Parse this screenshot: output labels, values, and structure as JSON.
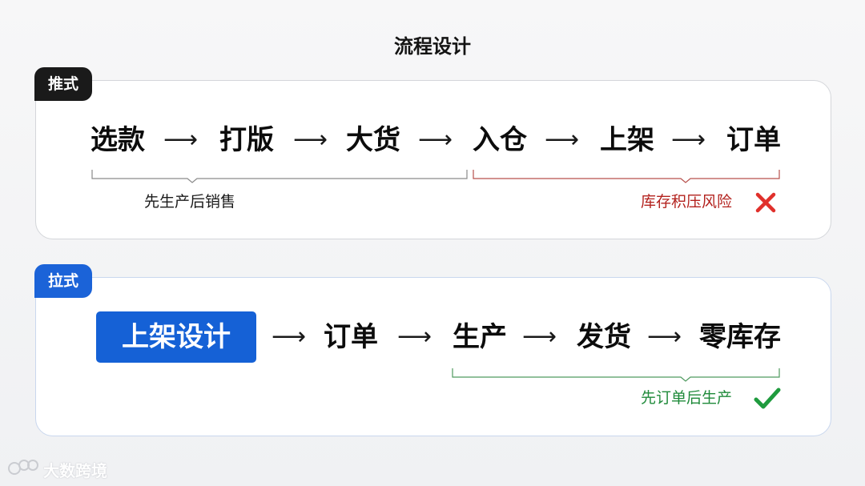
{
  "title": "流程设计",
  "push": {
    "tag": "推式",
    "steps": [
      "选款",
      "打版",
      "大货",
      "入仓",
      "上架",
      "订单"
    ],
    "arrow": "⟶",
    "note_left": "先生产后销售",
    "note_right": "库存积压风险",
    "note_right_color": "#b3221e",
    "bracket_left_color": "#8a8a8a",
    "bracket_right_color": "#b7504c",
    "mark": "x-mark-icon",
    "mark_color": "#e0302b"
  },
  "pull": {
    "tag": "拉式",
    "highlight": "上架设计",
    "steps": [
      "订单",
      "生产",
      "发货",
      "零库存"
    ],
    "arrow": "⟶",
    "note": "先订单后生产",
    "note_color": "#1f8a3a",
    "bracket_color": "#4f9a5f",
    "mark": "check-mark-icon",
    "mark_color": "#1f9b3e"
  },
  "colors": {
    "push_tag": "#1a1a1a",
    "pull_tag": "#1b63d8",
    "highlight": "#1561d6"
  },
  "watermark": "大数跨境"
}
